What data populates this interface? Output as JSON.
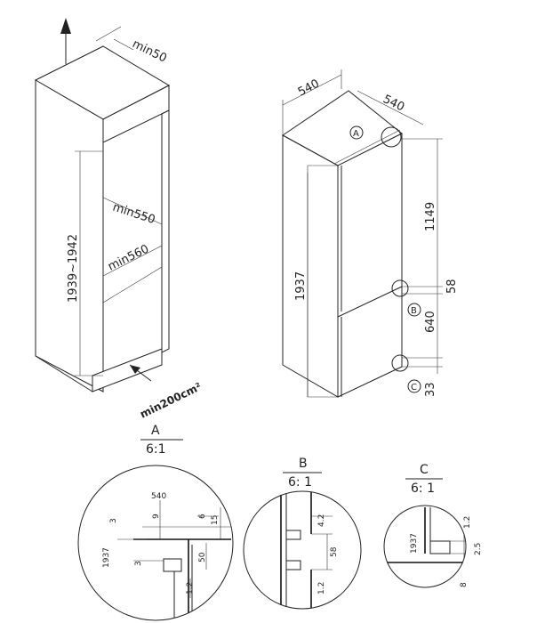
{
  "niche": {
    "min_top": "min50",
    "height_range": "1939~1942",
    "min_depth_upper": "min550",
    "min_depth_lower": "min560",
    "vent_area": "min200cm²"
  },
  "fridge": {
    "width": "540",
    "depth": "540",
    "height": "1937",
    "upper_door": "1149",
    "gap": "58",
    "lower_door": "640",
    "bottom": "33",
    "markers": {
      "a": "A",
      "b": "B",
      "c": "C"
    }
  },
  "details": {
    "a": {
      "title": "A",
      "scale": "6:1",
      "dims": {
        "d540": "540",
        "d9": "9",
        "d6": "6",
        "d15": "15",
        "d3a": "3",
        "d3b": "3",
        "d1937": "1937",
        "d50": "50",
        "d12": "1.2"
      }
    },
    "b": {
      "title": "B",
      "scale": "6: 1",
      "dims": {
        "d42": "4.2",
        "d58": "58",
        "d12": "1.2"
      }
    },
    "c": {
      "title": "C",
      "scale": "6: 1",
      "dims": {
        "d1937": "1937",
        "d12": "1.2",
        "d25": "2.5",
        "d8": "8"
      }
    }
  }
}
